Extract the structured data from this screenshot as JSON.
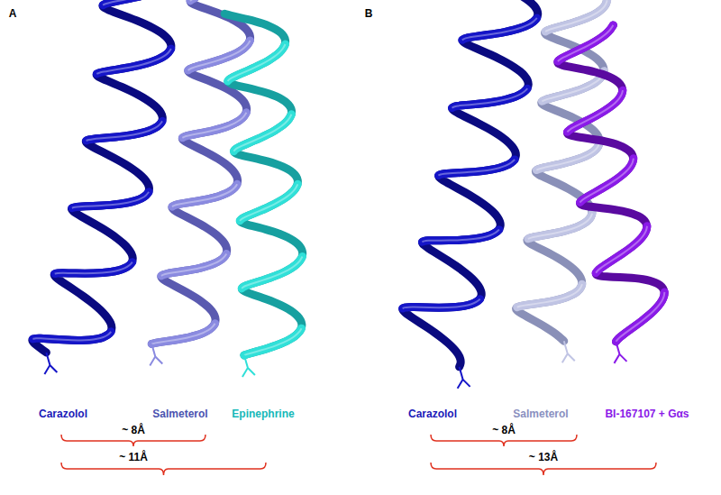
{
  "diagram": {
    "labels": [
      "A",
      "Carazolol",
      "Salmeterol",
      "Epinephrine",
      "~ 8Å",
      "~ 11Å",
      "B",
      "Carazolol",
      "Salmeterol",
      "BI-167107 + Gαs",
      "~ 8Å",
      "~ 13Å"
    ]
  }
}
